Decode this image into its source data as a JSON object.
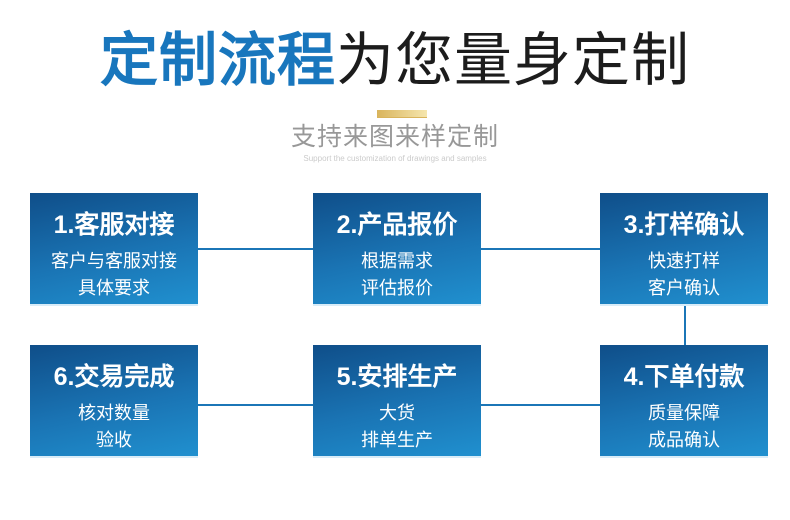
{
  "colors": {
    "accent_blue": "#1876bd",
    "title_black": "#1c1c1c",
    "box_top": "#0f4e89",
    "box_bottom": "#2090cf",
    "connector": "#1b76b7",
    "gold_light": "#f5e6ae",
    "gold_dark": "#d9b45c",
    "subtitle_gray": "#989898",
    "subtitle_en_gray": "#cbcbcb"
  },
  "header": {
    "title_highlight": "定制流程",
    "title_rest": "为您量身定制",
    "subtitle": "支持来图来样定制",
    "subtitle_en": "Support the customization of drawings and samples"
  },
  "flow": {
    "steps": [
      {
        "title": "1.客服对接",
        "lines": [
          "客户与客服对接",
          "具体要求"
        ]
      },
      {
        "title": "2.产品报价",
        "lines": [
          "根据需求",
          "评估报价"
        ]
      },
      {
        "title": "3.打样确认",
        "lines": [
          "快速打样",
          "客户确认"
        ]
      },
      {
        "title": "4.下单付款",
        "lines": [
          "质量保障",
          "成品确认"
        ]
      },
      {
        "title": "5.安排生产",
        "lines": [
          "大货",
          "排单生产"
        ]
      },
      {
        "title": "6.交易完成",
        "lines": [
          "核对数量",
          "验收"
        ]
      }
    ]
  }
}
